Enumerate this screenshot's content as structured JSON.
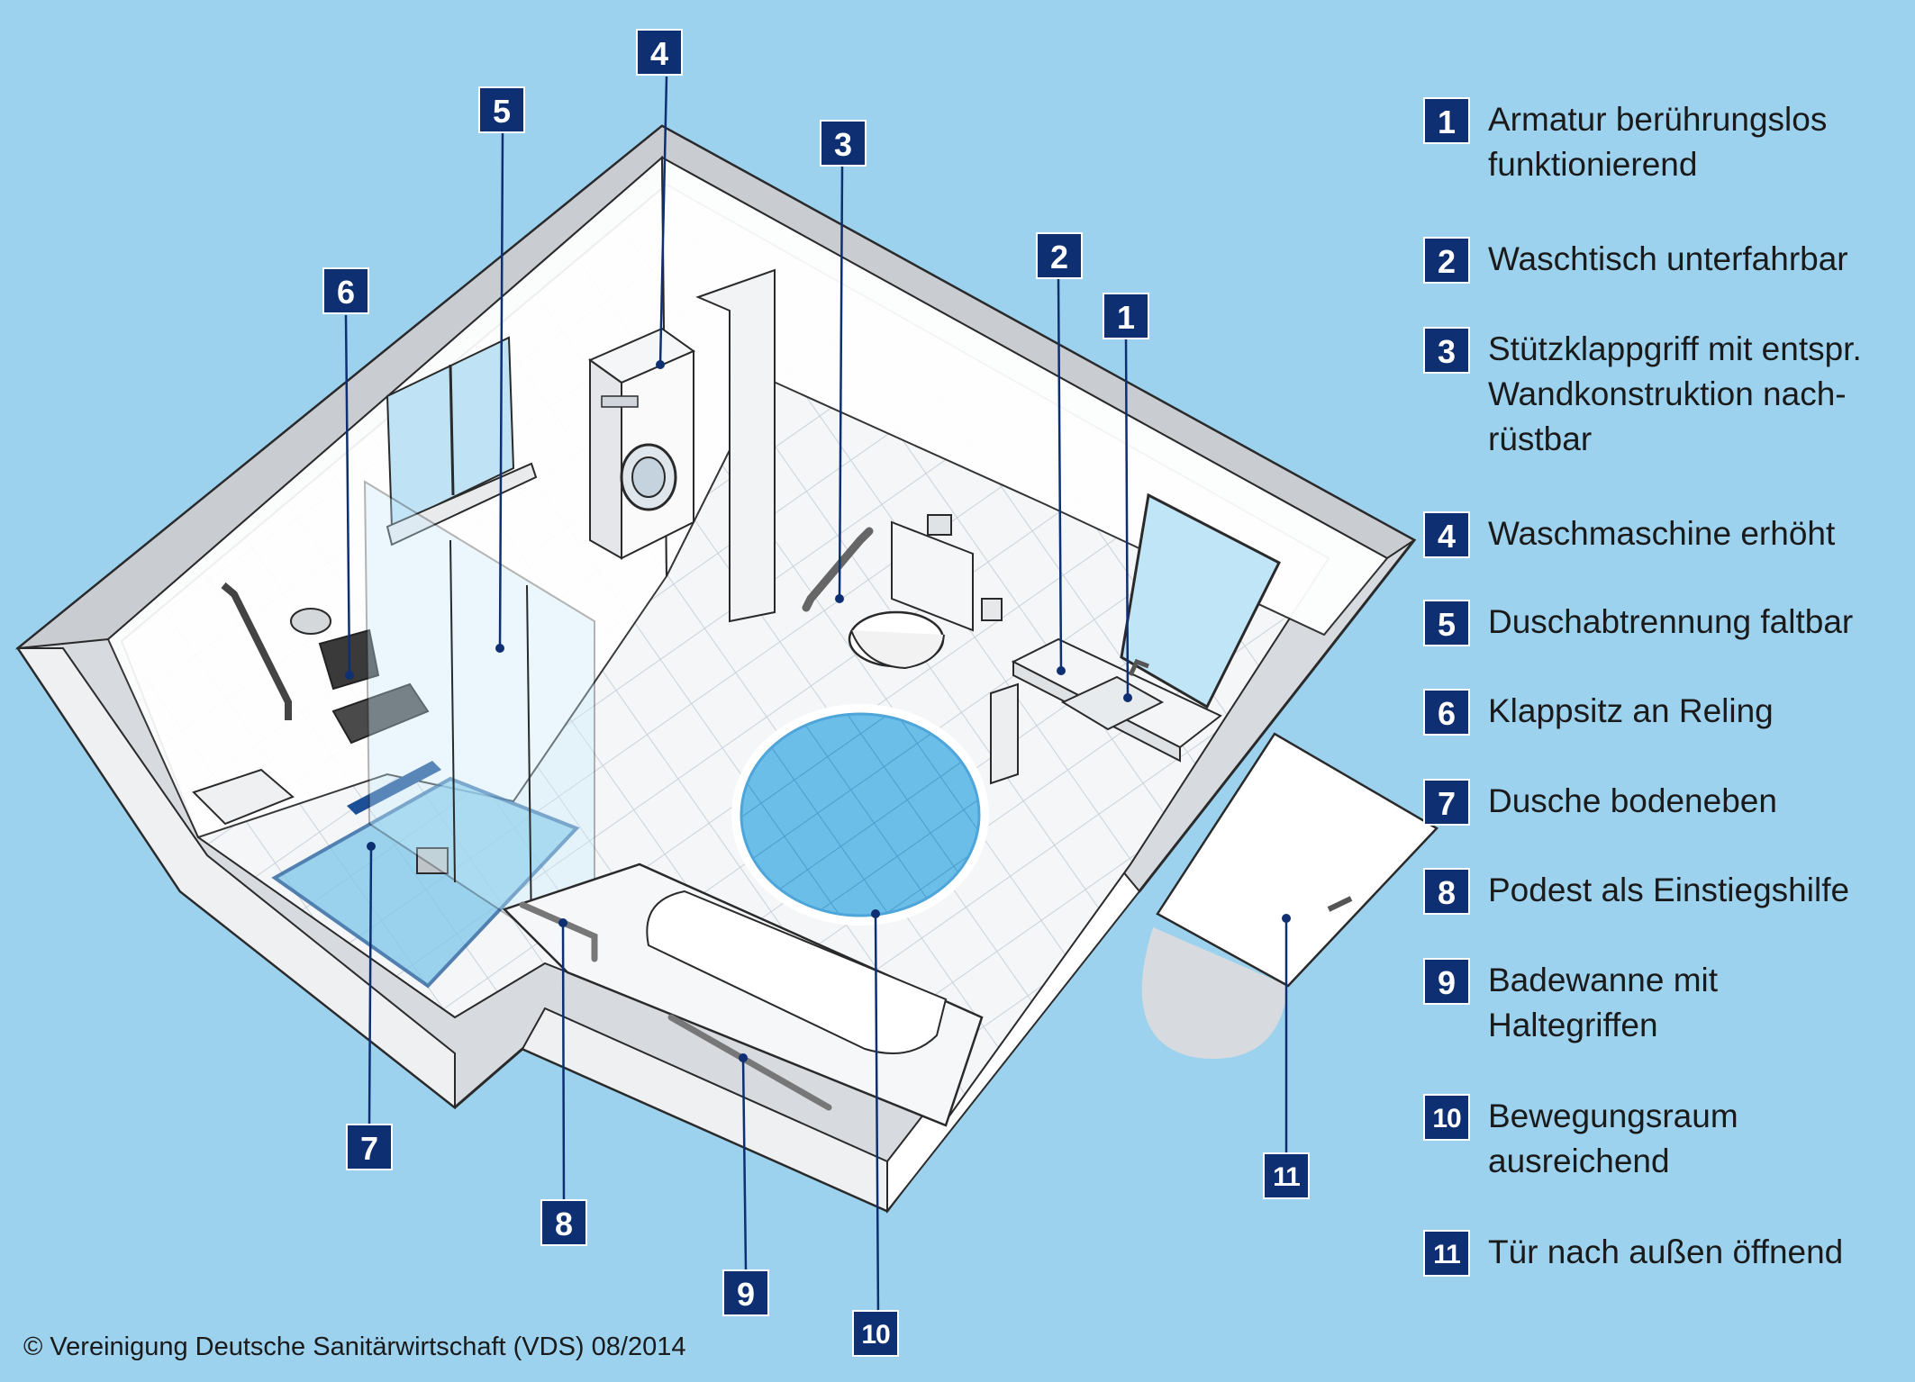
{
  "callouts": [
    "1",
    "2",
    "3",
    "4",
    "5",
    "6",
    "7",
    "8",
    "9",
    "10",
    "11"
  ],
  "legend": [
    {
      "num": "1",
      "lines": [
        "Armatur berührungslos",
        "funktionierend"
      ]
    },
    {
      "num": "2",
      "lines": [
        "Waschtisch unterfahrbar"
      ]
    },
    {
      "num": "3",
      "lines": [
        "Stützklappgriff mit entspr.",
        "Wandkonstruktion nach-",
        "rüstbar"
      ]
    },
    {
      "num": "4",
      "lines": [
        "Waschmaschine erhöht"
      ]
    },
    {
      "num": "5",
      "lines": [
        "Duschabtrennung faltbar"
      ]
    },
    {
      "num": "6",
      "lines": [
        "Klappsitz an Reling"
      ]
    },
    {
      "num": "7",
      "lines": [
        "Dusche bodeneben"
      ]
    },
    {
      "num": "8",
      "lines": [
        "Podest als Einstiegshilfe"
      ]
    },
    {
      "num": "9",
      "lines": [
        "Badewanne mit",
        "Haltegriffen"
      ]
    },
    {
      "num": "10",
      "lines": [
        "Bewegungsraum",
        "ausreichend"
      ]
    },
    {
      "num": "11",
      "lines": [
        "Tür nach außen öffnend"
      ]
    }
  ],
  "copyright": "© Vereinigung Deutsche Sanitärwirtschaft (VDS)  08/2014",
  "colors": {
    "background": "#9dd2ef",
    "badge": "#0e2f72",
    "badge_text": "#ffffff"
  }
}
